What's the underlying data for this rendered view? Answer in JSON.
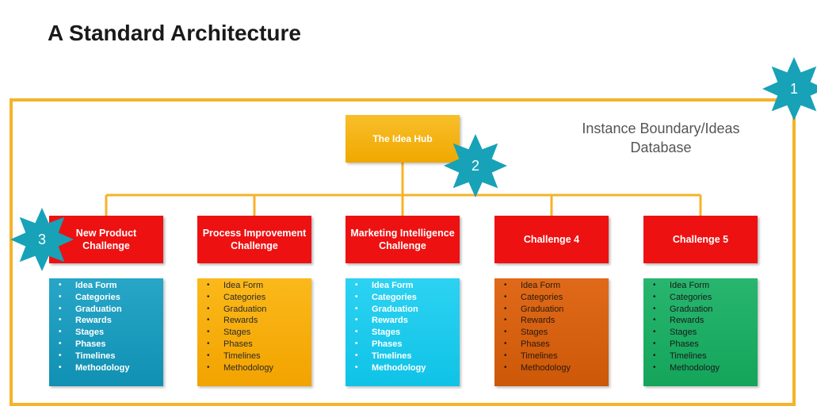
{
  "title": "A Standard Architecture",
  "boundary_label": "Instance Boundary/Ideas Database",
  "colors": {
    "boundary": "#f5b328",
    "hub": "#f5b000",
    "challenge": "#ee1111",
    "badge": "#17a2b8",
    "connector": "#f5b328"
  },
  "hub": {
    "label": "The Idea Hub"
  },
  "challenges": [
    {
      "label": "New Product Challenge",
      "color": "#1aa0c4"
    },
    {
      "label": "Process Improvement Challenge",
      "color": "#f7ae0c"
    },
    {
      "label": "Marketing Intelligence Challenge",
      "color": "#1ccbee"
    },
    {
      "label": "Challenge 4",
      "color": "#d86210"
    },
    {
      "label": "Challenge 5",
      "color": "#1fae65"
    }
  ],
  "features": [
    "Idea Form",
    "Categories",
    "Graduation",
    "Rewards",
    "Stages",
    "Phases",
    "Timelines",
    "Methodology"
  ],
  "badges": [
    {
      "number": "1",
      "icon": "star-badge-icon"
    },
    {
      "number": "2",
      "icon": "star-badge-icon"
    },
    {
      "number": "3",
      "icon": "star-badge-icon"
    }
  ]
}
